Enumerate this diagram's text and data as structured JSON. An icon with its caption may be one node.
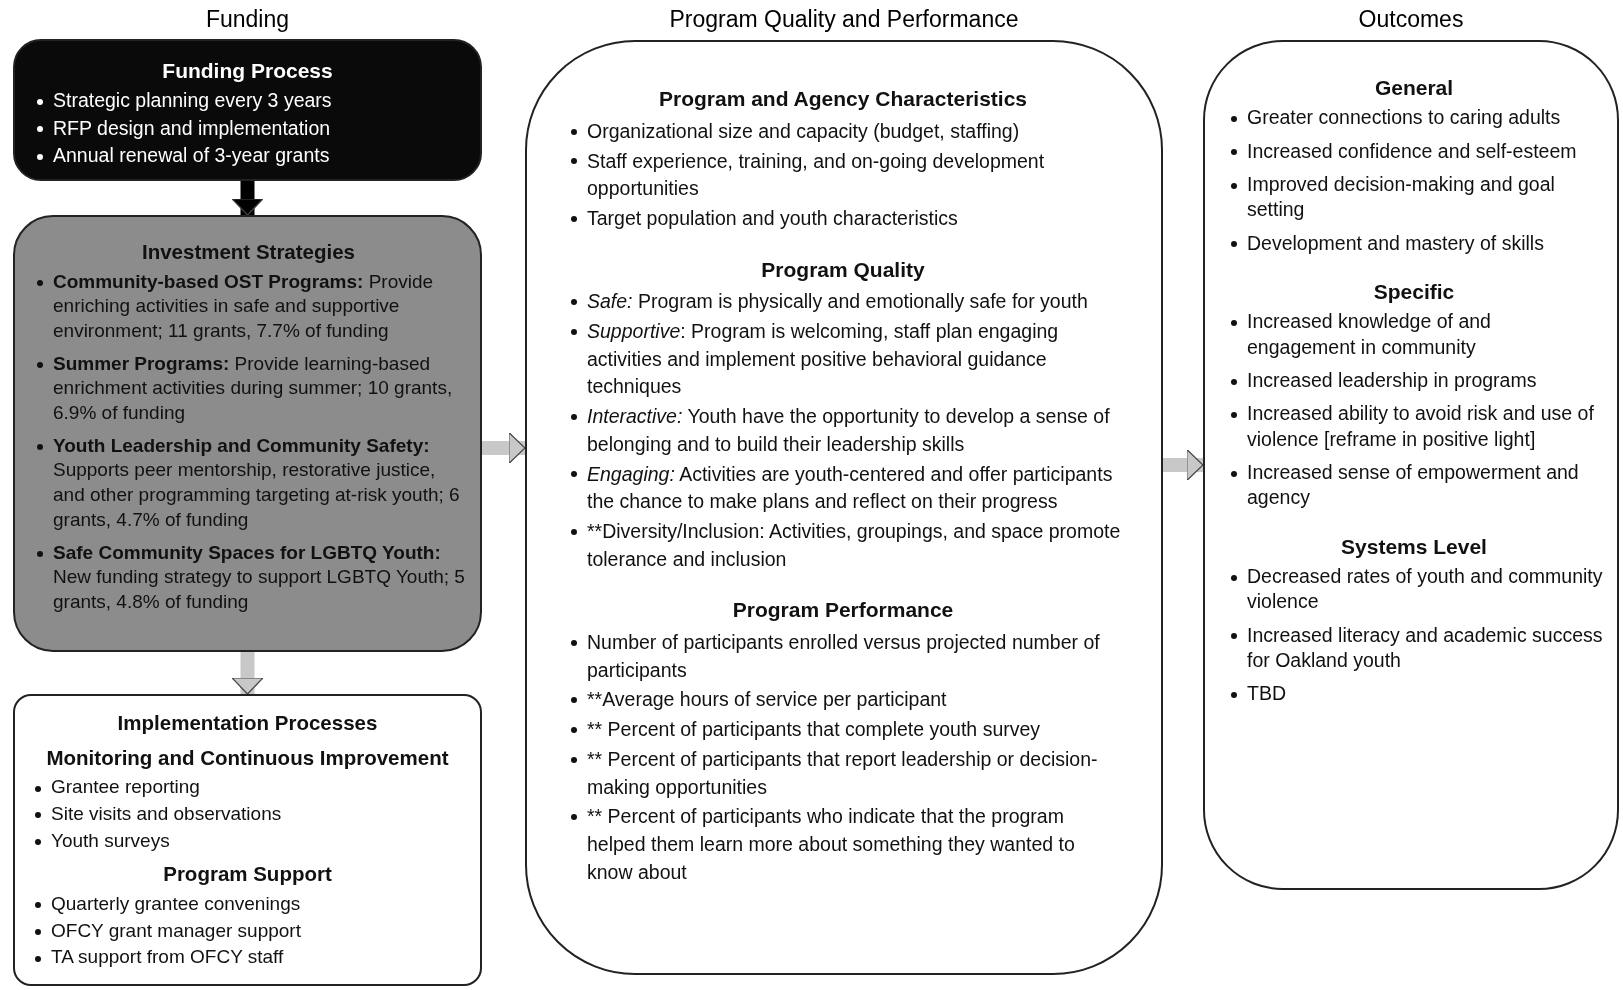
{
  "diagram": {
    "nodes": [
      {
        "text": [
          "Funding Process",
          "Strategic planning every 3 years",
          "RFP design and implementation",
          "Annual renewal of 3-year grants"
        ]
      },
      {
        "text": [
          "Investment Strategies",
          "**Community-based OST Programs:** Provide enriching activities in safe and supportive environment; 11 grants, 7.7% of funding",
          "**Summer Programs:** Provide learning-based enrichment activities during summer; 10 grants, 6.9% of funding",
          "**Youth Leadership and Community Safety:** Supports peer mentorship, restorative justice, and other programming targeting at-risk youth; 6 grants, 4.7% of funding",
          "**Safe Community Spaces for LGBTQ Youth:** New funding strategy to support LGBTQ Youth; 5 grants, 4.8% of funding"
        ]
      },
      {
        "text": [
          "Implementation Processes",
          "Monitoring and Continuous Improvement",
          "Grantee reporting",
          "Site visits and observations",
          "Youth surveys",
          "Program Support",
          "Quarterly grantee convenings",
          "OFCY grant manager support",
          "TA support from OFCY staff"
        ]
      },
      {
        "text": [
          "Program and Agency Characteristics",
          "Organizational size and capacity (budget, staffing)",
          "Staff experience, training, and on-going development opportunities",
          "Target population and youth characteristics",
          "Program Quality",
          "*Safe:* Program is physically and emotionally safe for youth",
          "*Supportive*: Program is welcoming, staff plan engaging activities and implement positive behavioral guidance techniques",
          "*Interactive:* Youth have the opportunity to develop a sense of belonging and to build their leadership skills",
          "*Engaging:* Activities are youth-centered and offer participants the chance to make plans and reflect on their progress",
          "**Diversity/Inclusion: Activities, groupings, and space promote tolerance and inclusion",
          "Program Performance",
          "Number of participants enrolled versus projected number of participants",
          "**Average hours of service per participant",
          "** Percent of participants that complete youth survey",
          "** Percent of participants that report leadership or decision-making opportunities",
          "** Percent of participants who indicate that the program helped them learn more about something they wanted to know about"
        ],
        "beside": [
          "Program Quality and Performance"
        ]
      },
      {
        "text": [
          "General",
          "Greater connections to caring adults",
          "Increased confidence and self-esteem",
          "Improved decision-making and goal setting",
          "Development and mastery of skills",
          "Specific",
          "Increased knowledge of and engagement in community",
          "Increased leadership in programs",
          "Increased ability to avoid risk and use of violence [reframe in positive light]",
          "Increased sense of empowerment and agency",
          "Systems Level",
          "Decreased rates of youth and community violence",
          "Increased literacy and academic success for Oakland youth",
          "TBD"
        ],
        "beside": [
          "Outcomes"
        ]
      }
    ],
    "edges": [
      {
        "from": 0,
        "to": 1,
        "arrow": "to",
        "color": "#000000"
      },
      {
        "from": 1,
        "to": 2,
        "arrow": "to"
      },
      {
        "from": 1,
        "to": 3,
        "arrow": "to"
      },
      {
        "from": 3,
        "to": 4,
        "arrow": "to"
      }
    ],
    "labels": [
      "Funding"
    ]
  }
}
